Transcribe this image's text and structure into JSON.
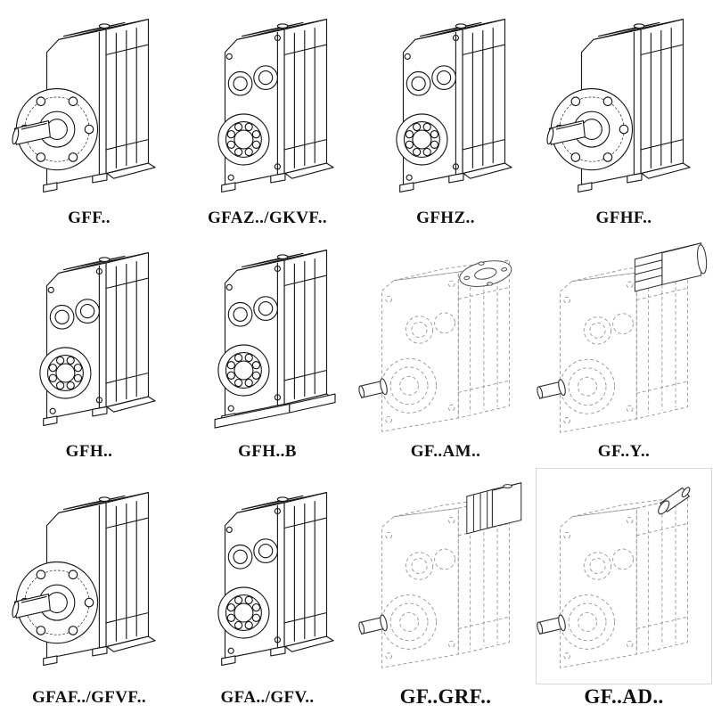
{
  "page": {
    "background": "#ffffff",
    "line_color": "#1a1a1a",
    "ghost_line_color": "#9a9a9a",
    "description": "Catalog sheet of parallel shaft helical gear unit mounting variants"
  },
  "cells": [
    {
      "label": "GFF..",
      "variant": "flange-mounted-solid-shaft"
    },
    {
      "label": "GFAZ../GKVF..",
      "variant": "hollow-shaft"
    },
    {
      "label": "GFHZ..",
      "variant": "hollow-shaft"
    },
    {
      "label": "GFHF..",
      "variant": "flange-mounted"
    },
    {
      "label": "GFH..",
      "variant": "hollow-shaft"
    },
    {
      "label": "GFH..B",
      "variant": "hollow-shaft-with-base"
    },
    {
      "label": "GF..AM..",
      "variant": "iec-motor-adapter-ghosted"
    },
    {
      "label": "GF..Y..",
      "variant": "motor-mounted-ghosted"
    },
    {
      "label": "GFAF../GFVF..",
      "variant": "flange-mounted"
    },
    {
      "label": "GFA../GFV..",
      "variant": "hollow-shaft"
    },
    {
      "label": "GF..GRF..",
      "variant": "finned-adapter-ghosted"
    },
    {
      "label": "GF..AD..",
      "variant": "input-shaft-adapter-ghosted"
    }
  ]
}
